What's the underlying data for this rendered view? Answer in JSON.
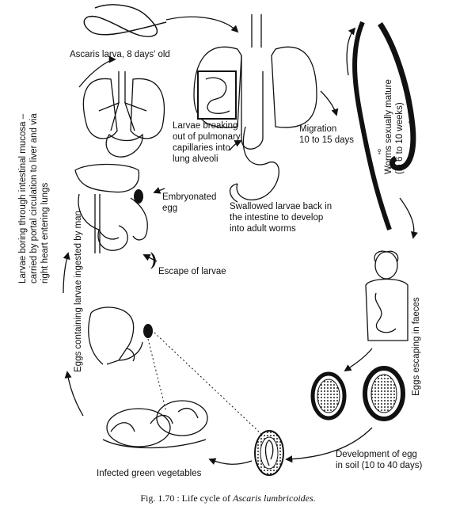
{
  "labels": {
    "larva": "Ascaris larva, 8 days' old",
    "breaking": "Larvae breaking\nout of pulmonary\ncapillaries into\nlung alveoli",
    "migration": "Migration\n10 to 15 days",
    "swallowed": "Swallowed larvae back in\nthe intestine to develop\ninto adult worms",
    "embryonated": "Embryonated\negg",
    "escape": "Escape of larvae",
    "development": "Development of egg\nin soil (10 to 40 days)",
    "vegetables": "Infected green vegetables"
  },
  "vertical_labels": {
    "boring": "Larvae boring through intestinal mucosa –\ncarried by portal circulation to liver and via\nright heart entering lungs",
    "mature": "Worms sexually mature\n(in 6 to 10 weeks)",
    "ingested": "Eggs containing larvae ingested by man",
    "faeces": "Eggs escaping in faeces"
  },
  "symbols": {
    "female": "♀",
    "male": "♂"
  },
  "caption": {
    "prefix": "Fig. 1.70 : Life cycle of ",
    "species": "Ascaris lumbricoides",
    "suffix": "."
  }
}
